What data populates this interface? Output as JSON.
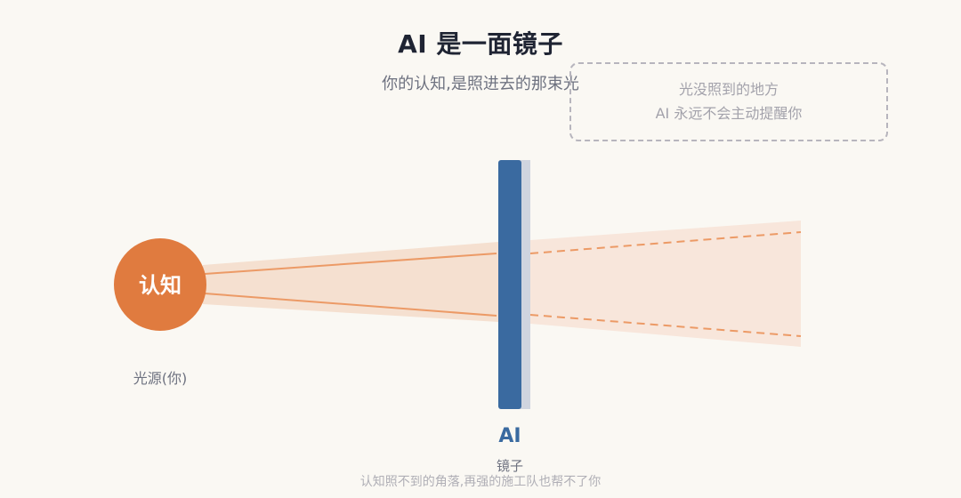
{
  "title": "AI 是一面镜子",
  "subtitle": "你的认知,是照进去的那束光",
  "callout": {
    "line1": "光没照到的地方",
    "line2": "AI 永远不会主动提醒你"
  },
  "source": {
    "circle_label": "认知",
    "caption": "光源(你)"
  },
  "mirror": {
    "label": "AI",
    "caption": "镜子"
  },
  "footnote": "认知照不到的角落,再强的施工队也帮不了你",
  "colors": {
    "background": "#faf8f3",
    "source_orange": "#e07b3f",
    "beam_light": "#f6e2d3",
    "beam_line": "#ec9a66",
    "mirror_blue": "#3a6aa0",
    "mirror_back": "#cfd4df",
    "title_dark": "#1f2433"
  }
}
